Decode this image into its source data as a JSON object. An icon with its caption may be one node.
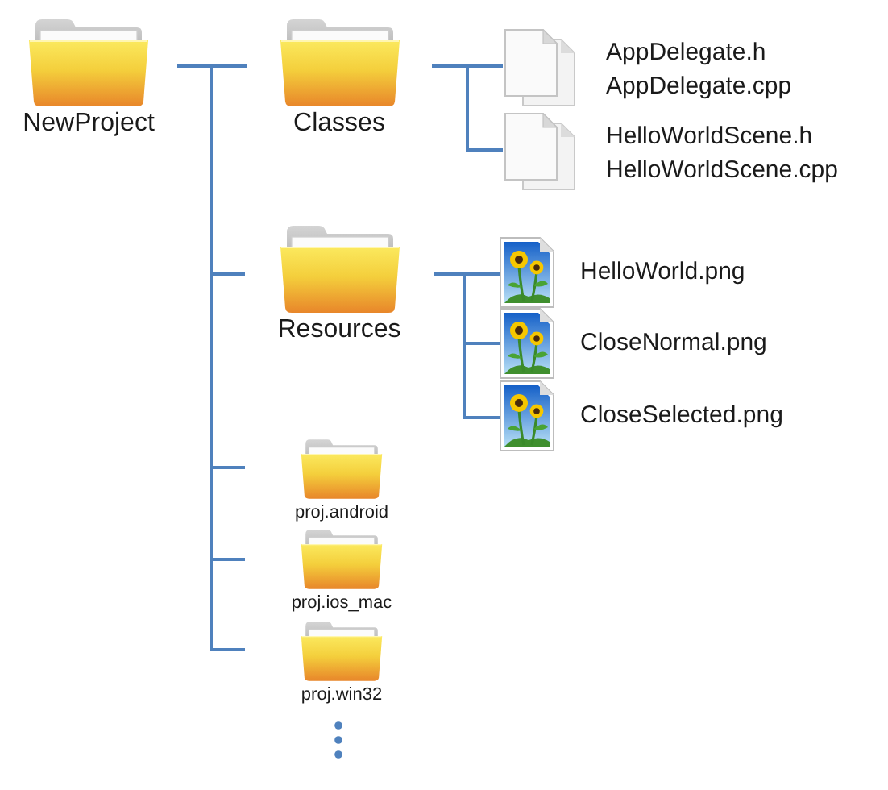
{
  "diagram": {
    "nodes": [
      {
        "text": [
          "NewProject"
        ]
      },
      {
        "text": [
          "Classes"
        ]
      },
      {
        "text": [
          "AppDelegate.h",
          "AppDelegate.cpp"
        ]
      },
      {
        "text": [
          "HelloWorldScene.h",
          "HelloWorldScene.cpp"
        ]
      },
      {
        "text": [
          "Resources"
        ]
      },
      {
        "text": [
          "HelloWorld.png"
        ]
      },
      {
        "text": [
          "CloseNormal.png"
        ]
      },
      {
        "text": [
          "CloseSelected.png"
        ]
      },
      {
        "text": [
          "proj.android"
        ]
      },
      {
        "text": [
          "proj.ios_mac"
        ]
      },
      {
        "text": [
          "proj.win32"
        ]
      }
    ],
    "edges": [
      {
        "from": 0,
        "to": 1,
        "arrow": "none"
      },
      {
        "from": 0,
        "to": 4,
        "arrow": "none"
      },
      {
        "from": 0,
        "to": 8,
        "arrow": "none"
      },
      {
        "from": 0,
        "to": 9,
        "arrow": "none"
      },
      {
        "from": 0,
        "to": 10,
        "arrow": "none"
      },
      {
        "from": 1,
        "to": 2,
        "arrow": "none"
      },
      {
        "from": 1,
        "to": 3,
        "arrow": "none"
      },
      {
        "from": 4,
        "to": 5,
        "arrow": "none"
      },
      {
        "from": 4,
        "to": 6,
        "arrow": "none"
      },
      {
        "from": 4,
        "to": 7,
        "arrow": "none"
      }
    ]
  }
}
